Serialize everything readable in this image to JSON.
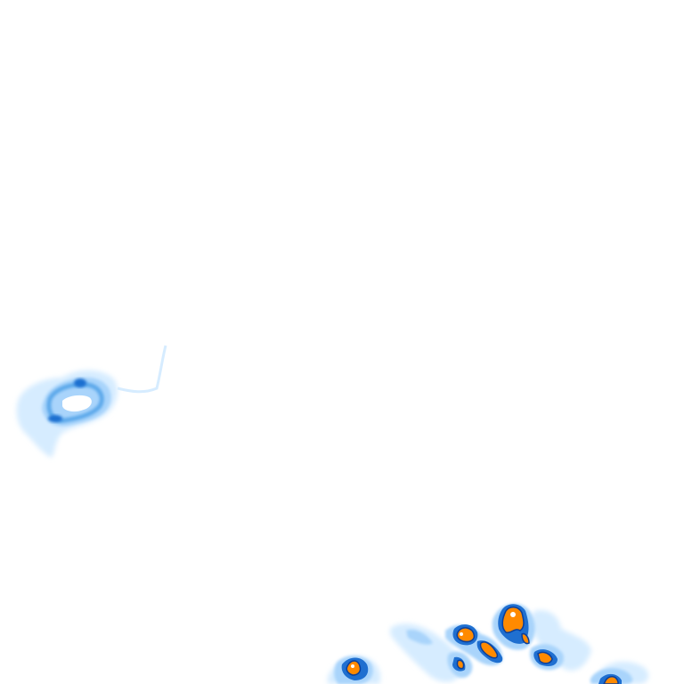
{
  "map": {
    "kind": "precipitation-radar-tile",
    "background": "#ffffff",
    "palette": {
      "very_light": "#d6ecff",
      "light": "#a9d4fb",
      "medium": "#5ba8ea",
      "heavy": "#1f6fd0",
      "outline": "#0b3f9a",
      "intense": "#ff8a00"
    },
    "echo_regions": [
      {
        "name": "west-cell",
        "max_level": "heavy"
      },
      {
        "name": "southern-line",
        "max_level": "intense"
      }
    ]
  }
}
